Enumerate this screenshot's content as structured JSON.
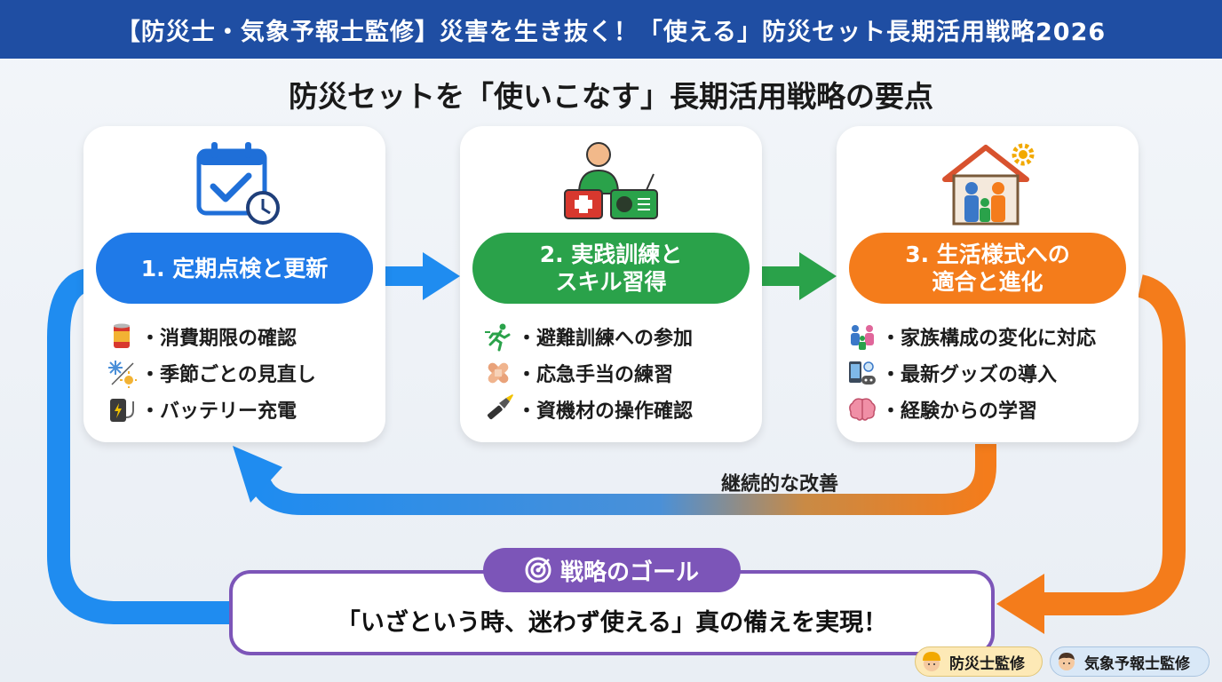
{
  "header": {
    "title": "【防災士・気象予報士監修】災害を生き抜く！「使える」防災セット長期活用戦略2026"
  },
  "subtitle": "防災セットを「使いこなす」長期活用戦略の要点",
  "colors": {
    "header": "#1f4ea3",
    "blue": "#1f7ae8",
    "green": "#2aa24a",
    "orange": "#f47c1b",
    "purple": "#7c55b8"
  },
  "steps": [
    {
      "label": "1. 定期点検と更新",
      "icon": "calendar-check-clock-icon",
      "items": [
        {
          "icon": "canned-food-icon",
          "text": "消費期限の確認"
        },
        {
          "icon": "snowflake-sun-icon",
          "text": "季節ごとの見直し"
        },
        {
          "icon": "power-bank-icon",
          "text": "バッテリー充電"
        }
      ]
    },
    {
      "label": "2. 実践訓練と\nスキル習得",
      "icon": "person-first-aid-radio-icon",
      "items": [
        {
          "icon": "running-person-icon",
          "text": "避難訓練への参加"
        },
        {
          "icon": "bandage-icon",
          "text": "応急手当の練習"
        },
        {
          "icon": "flashlight-icon",
          "text": "資機材の操作確認"
        }
      ]
    },
    {
      "label": "3. 生活様式への\n適合と進化",
      "icon": "family-house-gear-icon",
      "items": [
        {
          "icon": "family-icon",
          "text": "家族構成の変化に対応"
        },
        {
          "icon": "gadgets-icon",
          "text": "最新グッズの導入"
        },
        {
          "icon": "brain-icon",
          "text": "経験からの学習"
        }
      ]
    }
  ],
  "cycle_label": "継続的な改善",
  "goal": {
    "badge": "戦略のゴール",
    "icon": "target-icon",
    "text": "「いざという時、迷わず使える」真の備えを実現！"
  },
  "supervisors": [
    "防災士監修",
    "気象予報士監修"
  ]
}
